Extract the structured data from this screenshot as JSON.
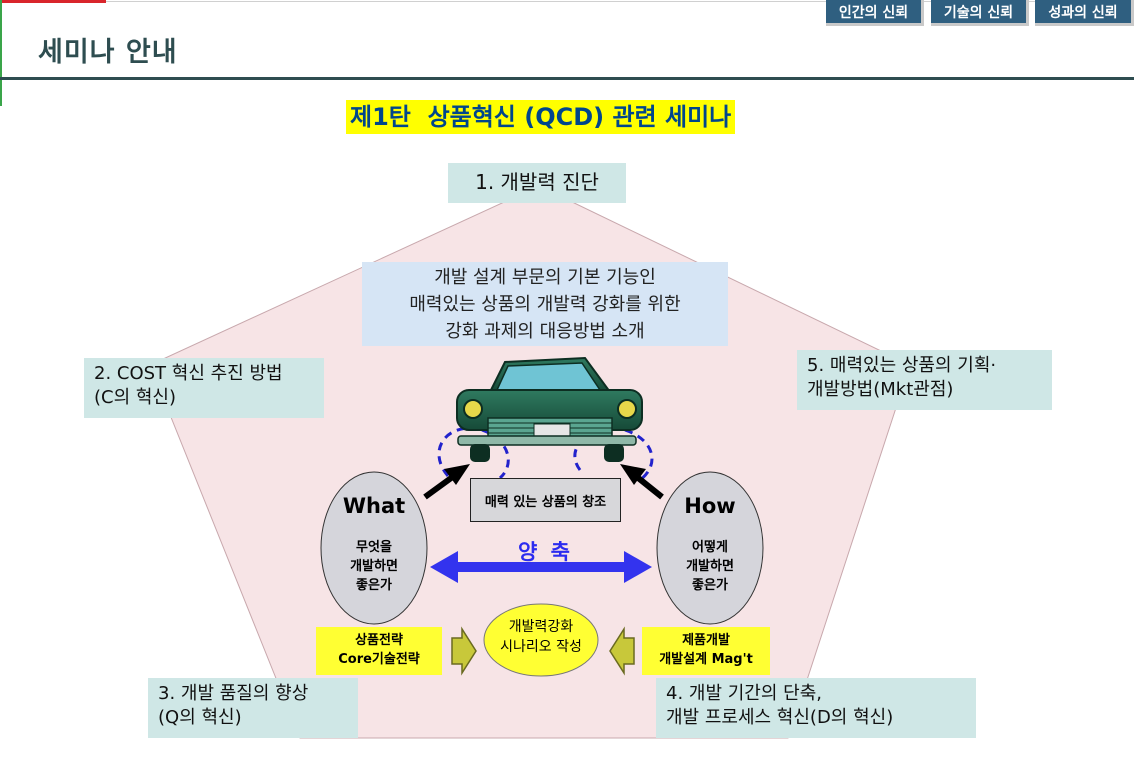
{
  "header": {
    "page_title": "세미나 안내",
    "nav": [
      "인간의 신뢰",
      "기술의 신뢰",
      "성과의 신뢰"
    ]
  },
  "headline": "제1탄  상품혁신 (QCD) 관련 세미나",
  "corners": {
    "top": "1. 개발력 진단",
    "left": [
      "2. COST 혁신 추진 방법",
      "(C의 혁신)"
    ],
    "right": [
      "5. 매력있는 상품의 기획·",
      "개발방법(Mkt관점)"
    ],
    "bottom_left": [
      "3. 개발 품질의 향상",
      "(Q의 혁신)"
    ],
    "bottom_right": [
      "4. 개발 기간의 단축,",
      "개발 프로세스 혁신(D의 혁신)"
    ]
  },
  "description": [
    "개발 설계 부문의 기본 기능인",
    "매력있는 상품의 개발력 강화를 위한",
    "강화 과제의 대응방법 소개"
  ],
  "center_label": "매력 있는 상품의 창조",
  "what": {
    "title": "What",
    "lines": [
      "무엇을",
      "개발하면",
      "좋은가"
    ]
  },
  "how": {
    "title": "How",
    "lines": [
      "어떻게",
      "개발하면",
      "좋은가"
    ]
  },
  "axis_label": "양 축",
  "left_strategy": [
    "상품전략",
    "Core기술전략"
  ],
  "right_strategy": [
    "제품개발",
    "개발설계 Mag't"
  ],
  "scenario": [
    "개발력강화",
    "시나리오 작성"
  ],
  "colors": {
    "title": "#2e4d50",
    "nav": "#2f5f80",
    "headline_bg": "#ffff00",
    "headline_text": "#00468c",
    "pentagon": "#f7e4e6",
    "box": "#cfe7e6",
    "arrow_blue": "#3333ee",
    "car": "#1f5b46"
  }
}
